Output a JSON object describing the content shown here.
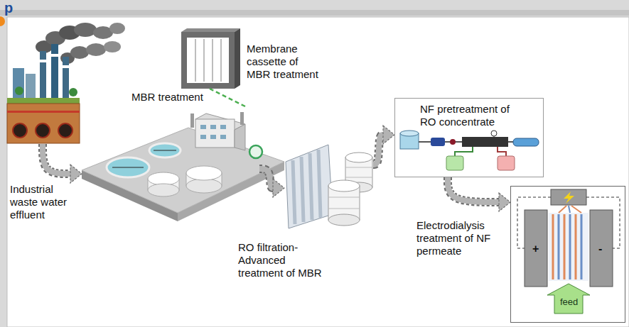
{
  "diagram": {
    "nodes": [
      {
        "text": [
          "Industrial waste water effluent"
        ]
      },
      {
        "text": [
          "MBR treatment"
        ]
      },
      {
        "text": [
          "Membrane cassette of MBR treatment"
        ]
      },
      {
        "text": [
          "RO filtration- Advanced treatment of MBR"
        ]
      },
      {
        "text": [
          "NF pretreatment of RO concentrate"
        ]
      },
      {
        "text": [
          "Electrodialysis treatment of NF permeate"
        ]
      }
    ],
    "edges": [
      {
        "from": 0,
        "to": 1,
        "arrow": "to"
      },
      {
        "from": 1,
        "to": 3,
        "arrow": "to"
      },
      {
        "from": 3,
        "to": 4,
        "arrow": "to"
      },
      {
        "from": 4,
        "to": 5,
        "arrow": "to"
      },
      {
        "from": 1,
        "to": 2,
        "arrow": "none"
      }
    ],
    "labels": [
      "p",
      "+",
      "-",
      "feed"
    ]
  }
}
